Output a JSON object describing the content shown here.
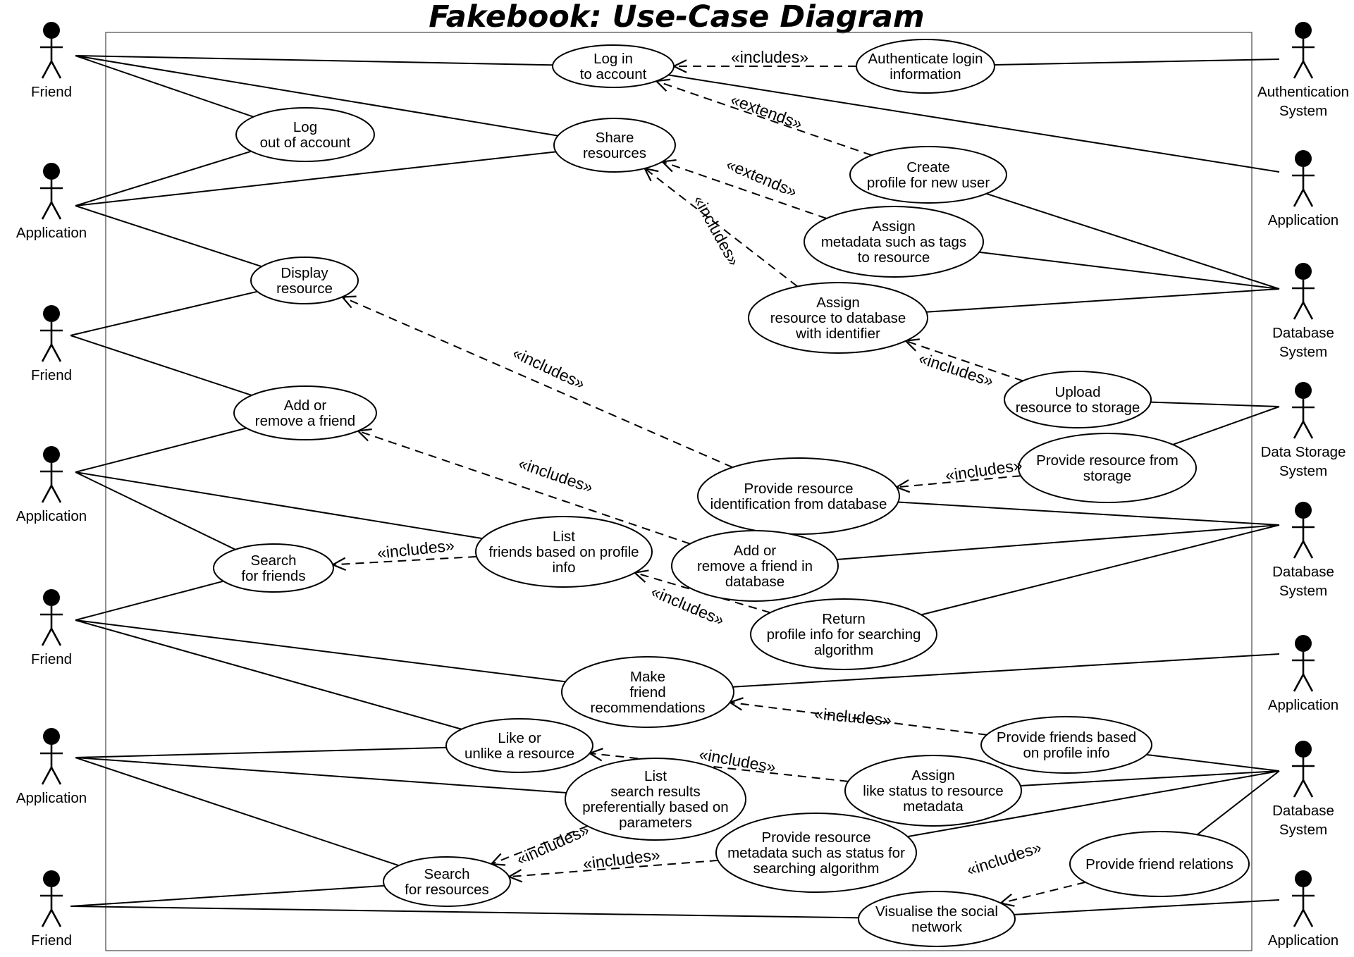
{
  "title": "Fakebook: Use-Case Diagram",
  "actors": [
    {
      "id": "friend_1",
      "label": [
        "Friend"
      ]
    },
    {
      "id": "application_1",
      "label": [
        "Application"
      ]
    },
    {
      "id": "friend_2",
      "label": [
        "Friend"
      ]
    },
    {
      "id": "application_2",
      "label": [
        "Application"
      ]
    },
    {
      "id": "friend_3",
      "label": [
        "Friend"
      ]
    },
    {
      "id": "application_3",
      "label": [
        "Application"
      ]
    },
    {
      "id": "friend_4",
      "label": [
        "Friend"
      ]
    },
    {
      "id": "auth_system",
      "label": [
        "Authentication",
        "System"
      ]
    },
    {
      "id": "application_r1",
      "label": [
        "Application"
      ]
    },
    {
      "id": "database_system_1",
      "label": [
        "Database",
        "System"
      ]
    },
    {
      "id": "data_storage_system",
      "label": [
        "Data Storage",
        "System"
      ]
    },
    {
      "id": "database_system_2",
      "label": [
        "Database",
        "System"
      ]
    },
    {
      "id": "application_r2",
      "label": [
        "Application"
      ]
    },
    {
      "id": "database_system_3",
      "label": [
        "Database",
        "System"
      ]
    },
    {
      "id": "application_r3",
      "label": [
        "Application"
      ]
    }
  ],
  "use_cases": [
    {
      "id": "log_in",
      "label": [
        "Log in",
        "to account"
      ]
    },
    {
      "id": "authenticate",
      "label": [
        "Authenticate login",
        "information"
      ]
    },
    {
      "id": "log_out",
      "label": [
        "Log",
        "out of account"
      ]
    },
    {
      "id": "share",
      "label": [
        "Share",
        "resources"
      ]
    },
    {
      "id": "create_profile",
      "label": [
        "Create",
        "profile for new user"
      ]
    },
    {
      "id": "assign_metadata",
      "label": [
        "Assign",
        "metadata such as tags",
        "to resource"
      ]
    },
    {
      "id": "display",
      "label": [
        "Display",
        "resource"
      ]
    },
    {
      "id": "assign_db",
      "label": [
        "Assign",
        "resource to database",
        "with identifier"
      ]
    },
    {
      "id": "upload",
      "label": [
        "Upload",
        "resource to storage"
      ]
    },
    {
      "id": "add_remove_friend",
      "label": [
        "Add or",
        "remove a friend"
      ]
    },
    {
      "id": "provide_storage",
      "label": [
        "Provide resource from",
        "storage"
      ]
    },
    {
      "id": "provide_id",
      "label": [
        "Provide resource",
        "identification from database"
      ]
    },
    {
      "id": "list_friends",
      "label": [
        "List",
        "friends based on profile",
        "info"
      ]
    },
    {
      "id": "search_friends",
      "label": [
        "Search",
        "for friends"
      ]
    },
    {
      "id": "add_remove_db",
      "label": [
        "Add or",
        "remove a friend in",
        "database"
      ]
    },
    {
      "id": "return_profile",
      "label": [
        "Return",
        "profile info for searching",
        "algorithm"
      ]
    },
    {
      "id": "recommend",
      "label": [
        "Make",
        "friend",
        "recommendations"
      ]
    },
    {
      "id": "like",
      "label": [
        "Like or",
        "unlike a resource"
      ]
    },
    {
      "id": "provide_friends_profile",
      "label": [
        "Provide friends based",
        "on profile info"
      ]
    },
    {
      "id": "list_search",
      "label": [
        "List",
        "search results",
        "preferentially based on",
        "parameters"
      ]
    },
    {
      "id": "assign_like",
      "label": [
        "Assign",
        "like status to resource",
        "metadata"
      ]
    },
    {
      "id": "provide_metadata",
      "label": [
        "Provide resource",
        "metadata such as status for",
        "searching algorithm"
      ]
    },
    {
      "id": "provide_relations",
      "label": [
        "Provide friend relations"
      ]
    },
    {
      "id": "search_resources",
      "label": [
        "Search",
        "for resources"
      ]
    },
    {
      "id": "visualise",
      "label": [
        "Visualise the social",
        "network"
      ]
    }
  ],
  "associations": [
    [
      "friend_1",
      "log_in"
    ],
    [
      "friend_1",
      "log_out"
    ],
    [
      "friend_1",
      "share"
    ],
    [
      "application_1",
      "log_out"
    ],
    [
      "application_1",
      "share"
    ],
    [
      "application_1",
      "display"
    ],
    [
      "friend_2",
      "display"
    ],
    [
      "friend_2",
      "add_remove_friend"
    ],
    [
      "application_2",
      "add_remove_friend"
    ],
    [
      "application_2",
      "list_friends"
    ],
    [
      "application_2",
      "search_friends"
    ],
    [
      "friend_3",
      "search_friends"
    ],
    [
      "friend_3",
      "recommend"
    ],
    [
      "friend_3",
      "like"
    ],
    [
      "application_3",
      "like"
    ],
    [
      "application_3",
      "list_search"
    ],
    [
      "application_3",
      "search_resources"
    ],
    [
      "friend_4",
      "search_resources"
    ],
    [
      "friend_4",
      "visualise"
    ],
    [
      "auth_system",
      "authenticate"
    ],
    [
      "application_r1",
      "log_in"
    ],
    [
      "database_system_1",
      "create_profile"
    ],
    [
      "database_system_1",
      "assign_metadata"
    ],
    [
      "database_system_1",
      "assign_db"
    ],
    [
      "data_storage_system",
      "upload"
    ],
    [
      "data_storage_system",
      "provide_storage"
    ],
    [
      "database_system_2",
      "provide_id"
    ],
    [
      "database_system_2",
      "add_remove_db"
    ],
    [
      "database_system_2",
      "return_profile"
    ],
    [
      "application_r2",
      "recommend"
    ],
    [
      "database_system_3",
      "provide_friends_profile"
    ],
    [
      "database_system_3",
      "assign_like"
    ],
    [
      "database_system_3",
      "provide_metadata"
    ],
    [
      "database_system_3",
      "provide_relations"
    ],
    [
      "application_r3",
      "visualise"
    ]
  ],
  "dependencies": [
    {
      "from": "authenticate",
      "to": "log_in",
      "label": "«includes»"
    },
    {
      "from": "create_profile",
      "to": "log_in",
      "label": "«extends»"
    },
    {
      "from": "assign_metadata",
      "to": "share",
      "label": "«extends»"
    },
    {
      "from": "assign_db",
      "to": "share",
      "label": "«includes»"
    },
    {
      "from": "provide_id",
      "to": "display",
      "label": "«includes»"
    },
    {
      "from": "upload",
      "to": "assign_db",
      "label": "«includes»"
    },
    {
      "from": "provide_storage",
      "to": "provide_id",
      "label": "«includes»"
    },
    {
      "from": "add_remove_db",
      "to": "add_remove_friend",
      "label": "«includes»"
    },
    {
      "from": "list_friends",
      "to": "search_friends",
      "label": "«includes»"
    },
    {
      "from": "return_profile",
      "to": "list_friends",
      "label": "«includes»"
    },
    {
      "from": "provide_friends_profile",
      "to": "recommend",
      "label": "«includes»"
    },
    {
      "from": "assign_like",
      "to": "like",
      "label": "«includes»"
    },
    {
      "from": "list_search",
      "to": "search_resources",
      "label": "«includes»"
    },
    {
      "from": "provide_metadata",
      "to": "search_resources",
      "label": "«includes»"
    },
    {
      "from": "provide_relations",
      "to": "visualise",
      "label": "«includes»"
    }
  ]
}
